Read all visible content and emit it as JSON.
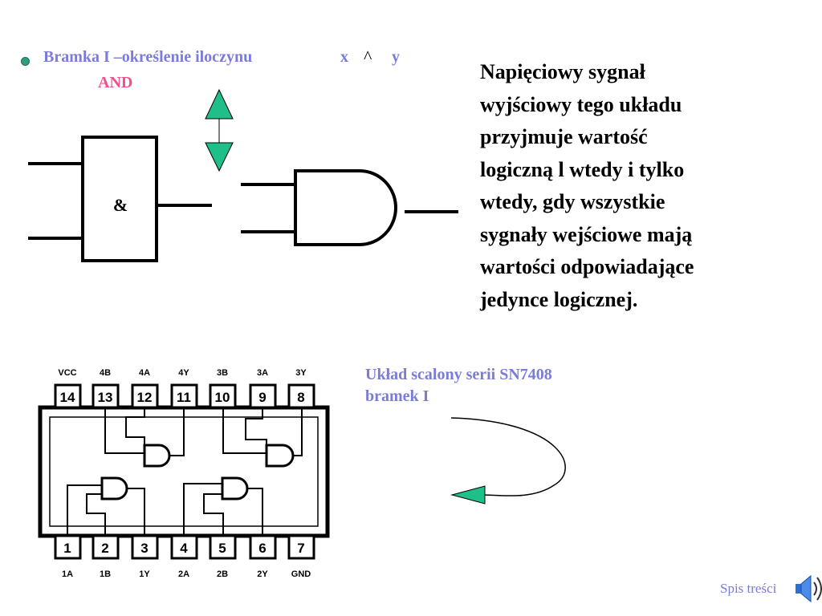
{
  "header": {
    "title": "Bramka I –określenie iloczynu",
    "var_x": "x",
    "and_symbol": "^",
    "var_y": "y",
    "gate_name": "AND"
  },
  "gate_symbol": "&",
  "description_lines": [
    "Napięciowy sygnał",
    "wyjściowy tego układu",
    "przyjmuje wartość",
    "logiczną l wtedy i tylko",
    "wtedy, gdy wszystkie",
    "sygnały wejściowe mają",
    "wartości odpowiadające",
    "jedynce logicznej."
  ],
  "chip": {
    "top_pins": [
      "14",
      "13",
      "12",
      "11",
      "10",
      "9",
      "8"
    ],
    "top_labels": [
      "VCC",
      "4B",
      "4A",
      "4Y",
      "3B",
      "3A",
      "3Y"
    ],
    "bottom_pins": [
      "1",
      "2",
      "3",
      "4",
      "5",
      "6",
      "7"
    ],
    "bottom_labels": [
      "1A",
      "1B",
      "1Y",
      "2A",
      "2B",
      "2Y",
      "GND"
    ]
  },
  "caption": {
    "line1": "Układ  scalony serii SN7408",
    "line2": "bramek I"
  },
  "footer": {
    "toc_link": "Spis treści",
    "speaker_icon": "speaker-icon"
  },
  "colors": {
    "accent_text": "#7b7bd9",
    "and_label": "#f2508c",
    "arrow_fill": "#1fbf8a"
  }
}
